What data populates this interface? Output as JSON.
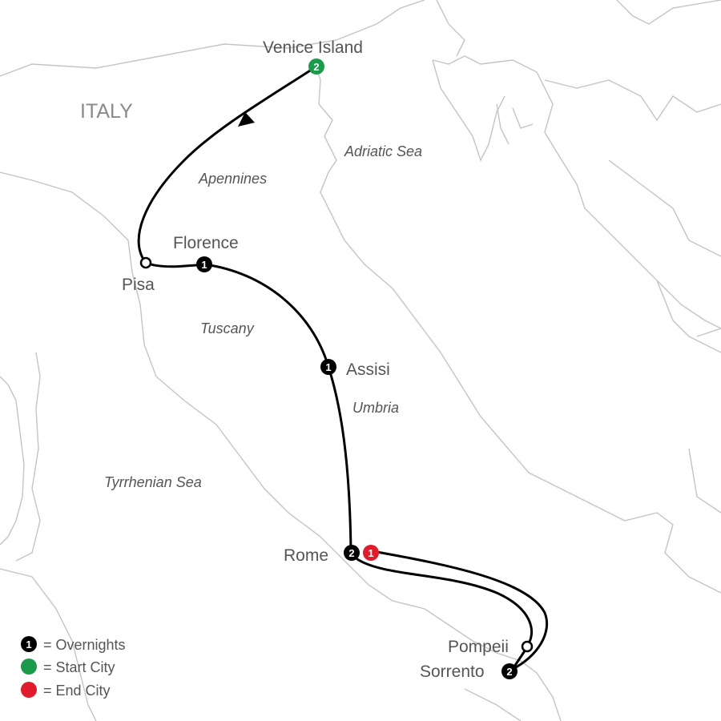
{
  "country_label": "ITALY",
  "regions": {
    "adriatic": "Adriatic Sea",
    "apennines": "Apennines",
    "tuscany": "Tuscany",
    "umbria": "Umbria",
    "tyrrhenian": "Tyrrhenian Sea"
  },
  "cities": {
    "venice": {
      "label": "Venice Island",
      "nights": "2",
      "role": "start"
    },
    "pisa": {
      "label": "Pisa"
    },
    "florence": {
      "label": "Florence",
      "nights": "1"
    },
    "assisi": {
      "label": "Assisi",
      "nights": "1"
    },
    "rome": {
      "label": "Rome",
      "nights": "2",
      "end_nights": "1"
    },
    "pompeii": {
      "label": "Pompeii"
    },
    "sorrento": {
      "label": "Sorrento",
      "nights": "2"
    }
  },
  "legend": {
    "overnights": {
      "symbol": "1",
      "label": "= Overnights"
    },
    "start": {
      "label": "= Start City"
    },
    "end": {
      "label": "= End City"
    }
  },
  "colors": {
    "route": "#000000",
    "start": "#1a9a4a",
    "end": "#e01b2b",
    "coast": "#c4c4c4",
    "text": "#555555"
  }
}
